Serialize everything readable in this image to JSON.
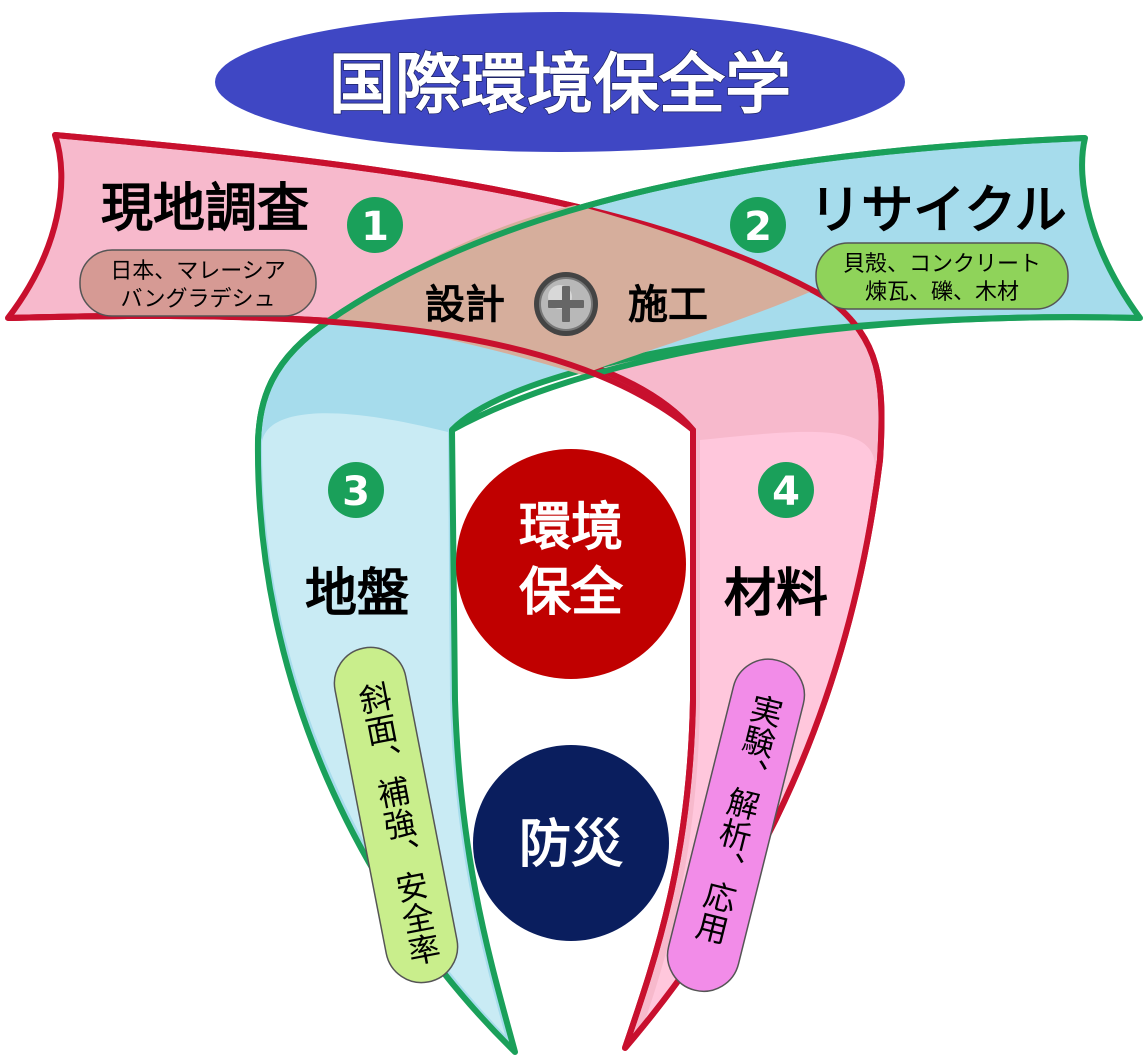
{
  "title": "国際環境保全学",
  "top_left": {
    "title": "現地調査",
    "number": "1",
    "pill_line1": "日本、マレーシア",
    "pill_line2": "バングラデシュ"
  },
  "top_right": {
    "title": "リサイクル",
    "number": "2",
    "pill_line1": "貝殻、コンクリート",
    "pill_line2": "煉瓦、礫、木材"
  },
  "center": {
    "left_label": "設計",
    "right_label": "施工",
    "icon": "screw-head-icon"
  },
  "left_arm": {
    "number": "3",
    "title": "地盤",
    "pill_text": "斜面、補強、安全率"
  },
  "right_arm": {
    "number": "4",
    "title": "材料",
    "pill_text": "実験、解析、応用"
  },
  "circle_env": {
    "line1": "環境",
    "line2": "保全"
  },
  "circle_disaster": {
    "text": "防災"
  },
  "colors": {
    "title_ellipse": "#3f47c4",
    "pink_fill": "#f7b9cc",
    "red_stroke": "#c8102e",
    "blue_fill": "#a6dcec",
    "green_stroke": "#1aa05a",
    "overlap_fill": "#d6ae9c",
    "left_arm_fill": "#c9ebf4",
    "right_arm_fill": "#ffc7dc",
    "env_circle": "#c00000",
    "disaster_circle": "#0a1e5e",
    "number_badge": "#1aa05a",
    "pill_left": "#d69a94",
    "pill_right": "#8fd35a",
    "pill_green": "#c9ee8c",
    "pill_pink": "#f28ce8"
  }
}
